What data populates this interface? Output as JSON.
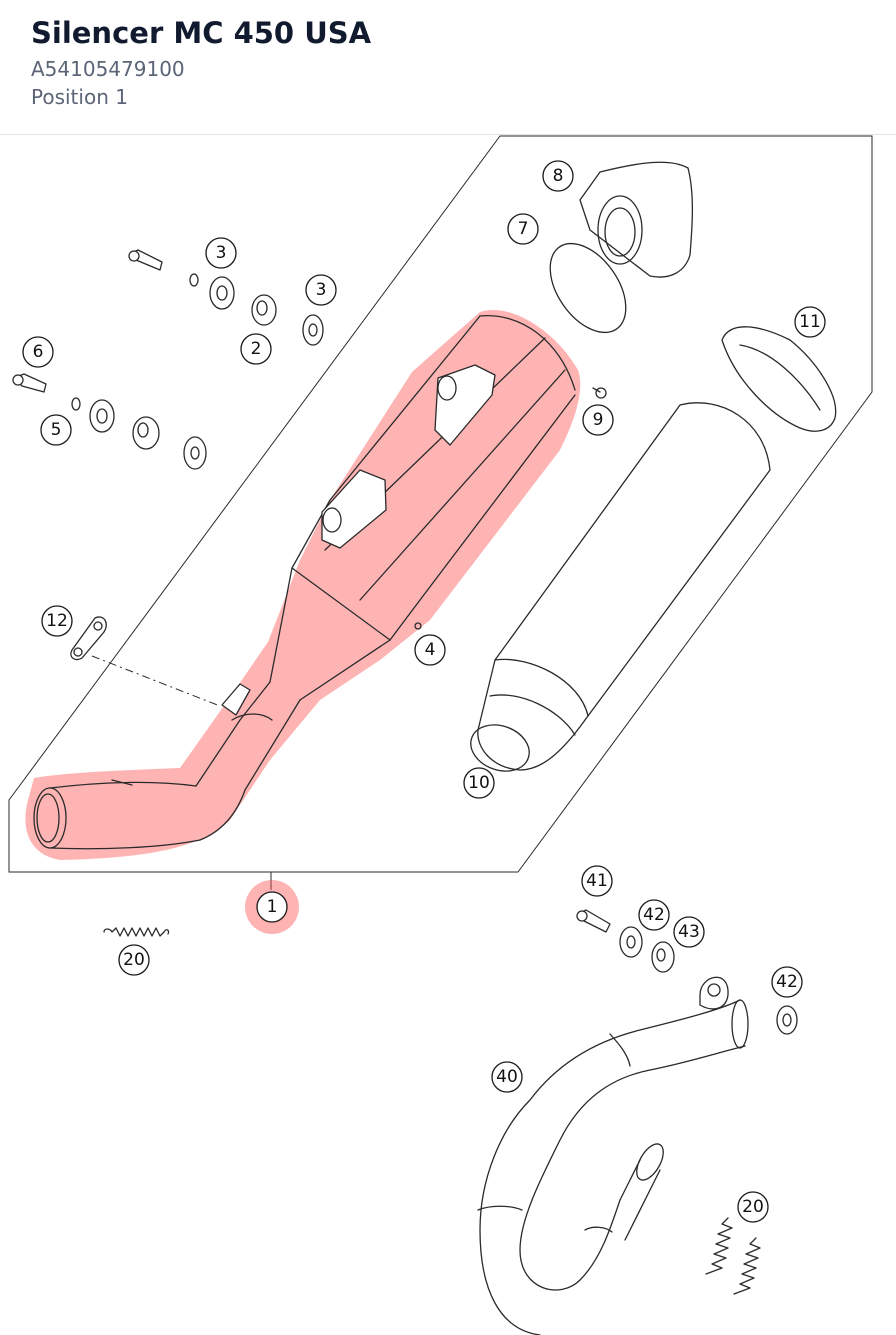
{
  "header": {
    "title": "Silencer MC 450 USA",
    "part_number": "A54105479100",
    "position": "Position 1"
  },
  "colors": {
    "highlight": "#ff4d4d",
    "title": "#111a2e",
    "subtitle": "#5c6577",
    "line": "#2a2a2a"
  },
  "callouts": [
    {
      "id": "c3a",
      "label": "3"
    },
    {
      "id": "c3b",
      "label": "3"
    },
    {
      "id": "c2",
      "label": "2"
    },
    {
      "id": "c6",
      "label": "6"
    },
    {
      "id": "c5",
      "label": "5"
    },
    {
      "id": "c8",
      "label": "8"
    },
    {
      "id": "c7",
      "label": "7"
    },
    {
      "id": "c11",
      "label": "11"
    },
    {
      "id": "c9",
      "label": "9"
    },
    {
      "id": "c12",
      "label": "12"
    },
    {
      "id": "c4",
      "label": "4"
    },
    {
      "id": "c10",
      "label": "10"
    },
    {
      "id": "c1",
      "label": "1",
      "highlighted": true
    },
    {
      "id": "c20a",
      "label": "20"
    },
    {
      "id": "c41",
      "label": "41"
    },
    {
      "id": "c42a",
      "label": "42"
    },
    {
      "id": "c43",
      "label": "43"
    },
    {
      "id": "c42b",
      "label": "42"
    },
    {
      "id": "c40",
      "label": "40"
    },
    {
      "id": "c20b",
      "label": "20"
    }
  ]
}
